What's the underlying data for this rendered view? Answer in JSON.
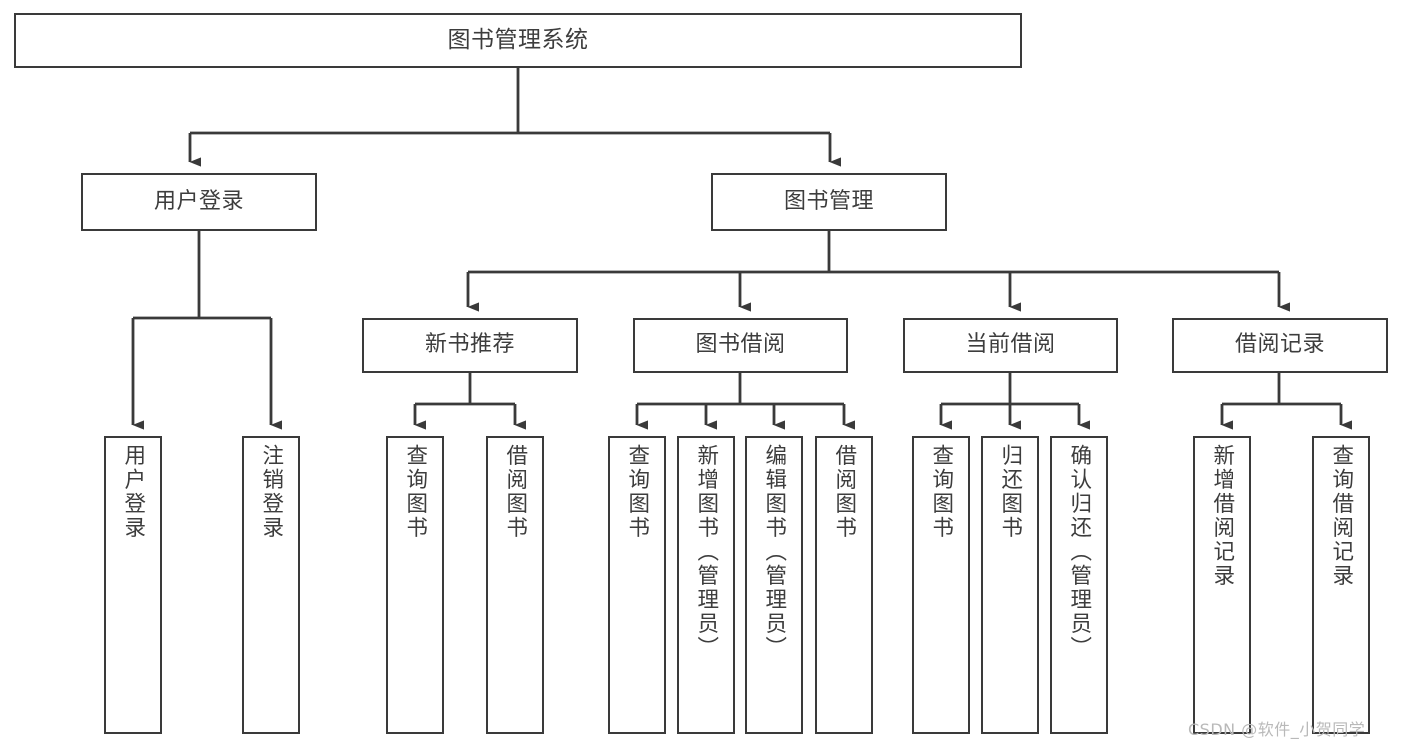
{
  "diagram": {
    "title": "图书管理系统",
    "type": "tree-hierarchy-chart",
    "stroke_color": "#3a3a3a",
    "text_color": "#3d3d3d",
    "background_color": "#ffffff",
    "nodes": {
      "root": {
        "label": "图书管理系统"
      },
      "level2": [
        {
          "label": "用户登录"
        },
        {
          "label": "图书管理"
        }
      ],
      "level3": [
        {
          "label": "新书推荐"
        },
        {
          "label": "图书借阅"
        },
        {
          "label": "当前借阅"
        },
        {
          "label": "借阅记录"
        }
      ],
      "leaves": [
        {
          "label": "用户登录"
        },
        {
          "label": "注销登录"
        },
        {
          "label": "查询图书"
        },
        {
          "label": "借阅图书"
        },
        {
          "label": "查询图书"
        },
        {
          "label": "新增图书（管理员）"
        },
        {
          "label": "编辑图书（管理员）"
        },
        {
          "label": "借阅图书"
        },
        {
          "label": "查询图书"
        },
        {
          "label": "归还图书"
        },
        {
          "label": "确认归还（管理员）"
        },
        {
          "label": "新增借阅记录"
        },
        {
          "label": "查询借阅记录"
        }
      ]
    }
  },
  "watermark": {
    "text": "CSDN @软件_小贺同学"
  }
}
